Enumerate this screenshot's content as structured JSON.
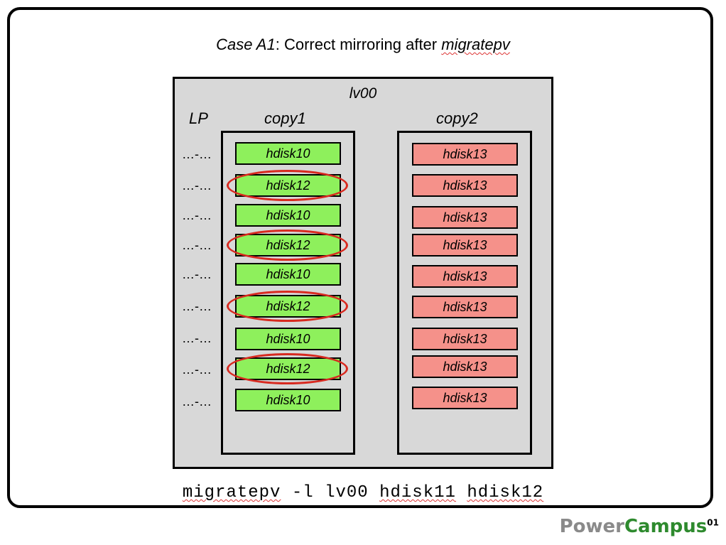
{
  "title": {
    "prefix": "Case A1",
    "middle": ": Correct mirroring after ",
    "suffix": "migratepv"
  },
  "lv": {
    "name": "lv00"
  },
  "headers": {
    "lp": "LP",
    "copy1": "copy1",
    "copy2": "copy2"
  },
  "rows": [
    {
      "lp": "…-…",
      "copy1": "hdisk10",
      "copy2": "hdisk13",
      "highlighted": false
    },
    {
      "lp": "…-…",
      "copy1": "hdisk12",
      "copy2": "hdisk13",
      "highlighted": true
    },
    {
      "lp": "…-…",
      "copy1": "hdisk10",
      "copy2": "hdisk13",
      "highlighted": false
    },
    {
      "lp": "…-…",
      "copy1": "hdisk12",
      "copy2": "hdisk13",
      "highlighted": true
    },
    {
      "lp": "…-…",
      "copy1": "hdisk10",
      "copy2": "hdisk13",
      "highlighted": false
    },
    {
      "lp": "…-…",
      "copy1": "hdisk12",
      "copy2": "hdisk13",
      "highlighted": true
    },
    {
      "lp": "…-…",
      "copy1": "hdisk10",
      "copy2": "hdisk13",
      "highlighted": false
    },
    {
      "lp": "…-…",
      "copy1": "hdisk12",
      "copy2": "hdisk13",
      "highlighted": true
    },
    {
      "lp": "…-…",
      "copy1": "hdisk10",
      "copy2": "hdisk13",
      "highlighted": false
    }
  ],
  "command": {
    "tokens": [
      "migratepv",
      "-l",
      "lv00",
      "hdisk11",
      "hdisk12"
    ]
  },
  "brand": {
    "part1": "Power",
    "part2": "Campus",
    "sup": "01"
  },
  "colors": {
    "copy1_fill": "#8ef05c",
    "copy2_fill": "#f5918a",
    "highlight_ring": "#d82a20",
    "lv_background": "#d8d8d8"
  }
}
